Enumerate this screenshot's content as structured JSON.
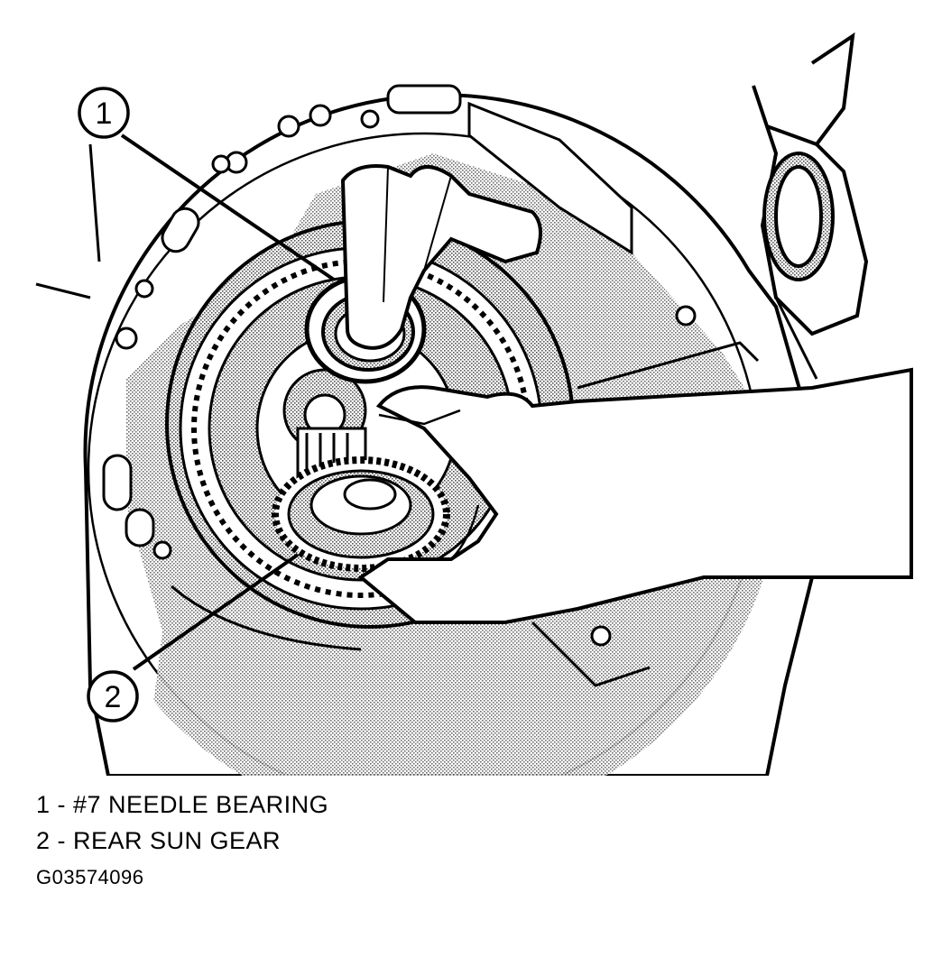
{
  "callouts": [
    {
      "number": "1",
      "target": "#7 NEEDLE BEARING"
    },
    {
      "number": "2",
      "target": "REAR SUN GEAR"
    }
  ],
  "legend": {
    "items": [
      {
        "text": "1 - #7 NEEDLE BEARING"
      },
      {
        "text": "2 - REAR SUN GEAR"
      }
    ]
  },
  "figure_code": "G03574096",
  "colors": {
    "ink": "#000000",
    "paper": "#ffffff",
    "stipple": "#9a9a9a"
  }
}
